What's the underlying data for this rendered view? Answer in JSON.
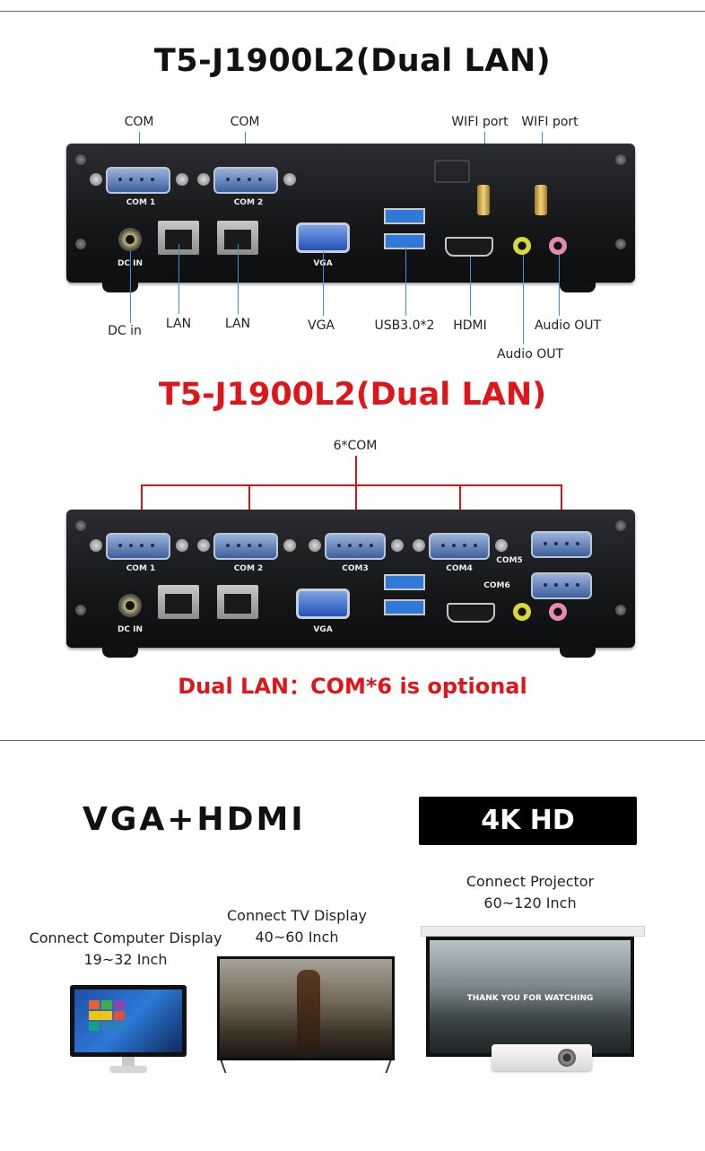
{
  "section1": {
    "title": "T5-J1900L2(Dual LAN)",
    "labels": {
      "com_a": "COM",
      "com_b": "COM",
      "wifi_a": "WIFI port",
      "wifi_b": "WIFI port",
      "dc_in": "DC in",
      "lan_a": "LAN",
      "lan_b": "LAN",
      "vga": "VGA",
      "usb": "USB3.0*2",
      "hdmi": "HDMI",
      "audio_out_a": "Audio OUT",
      "audio_out_b": "Audio OUT"
    },
    "panel_text": {
      "com1": "COM 1",
      "com2": "COM 2",
      "dcin": "DC IN",
      "vga": "VGA"
    }
  },
  "section2": {
    "title": "T5-J1900L2(Dual LAN)",
    "com_label": "6*COM",
    "panel_text": {
      "com1": "COM 1",
      "com2": "COM 2",
      "com3": "COM3",
      "com4": "COM4",
      "com5": "COM5",
      "com6": "COM6",
      "dcin": "DC IN",
      "vga": "VGA"
    },
    "note": "Dual LAN：COM*6 is optional"
  },
  "section3": {
    "heading": "VGA+HDMI",
    "badge": "4K  HD",
    "displays": [
      {
        "line1": "Connect Computer Display",
        "line2": "19~32 Inch"
      },
      {
        "line1": "Connect TV Display",
        "line2": "40~60 Inch"
      },
      {
        "line1": "Connect Projector",
        "line2": "60~120 Inch"
      }
    ],
    "projector_screen_text": "THANK YOU FOR WATCHING"
  },
  "colors": {
    "accent_red": "#e0151a",
    "leader_blue": "#3a8fd6"
  }
}
